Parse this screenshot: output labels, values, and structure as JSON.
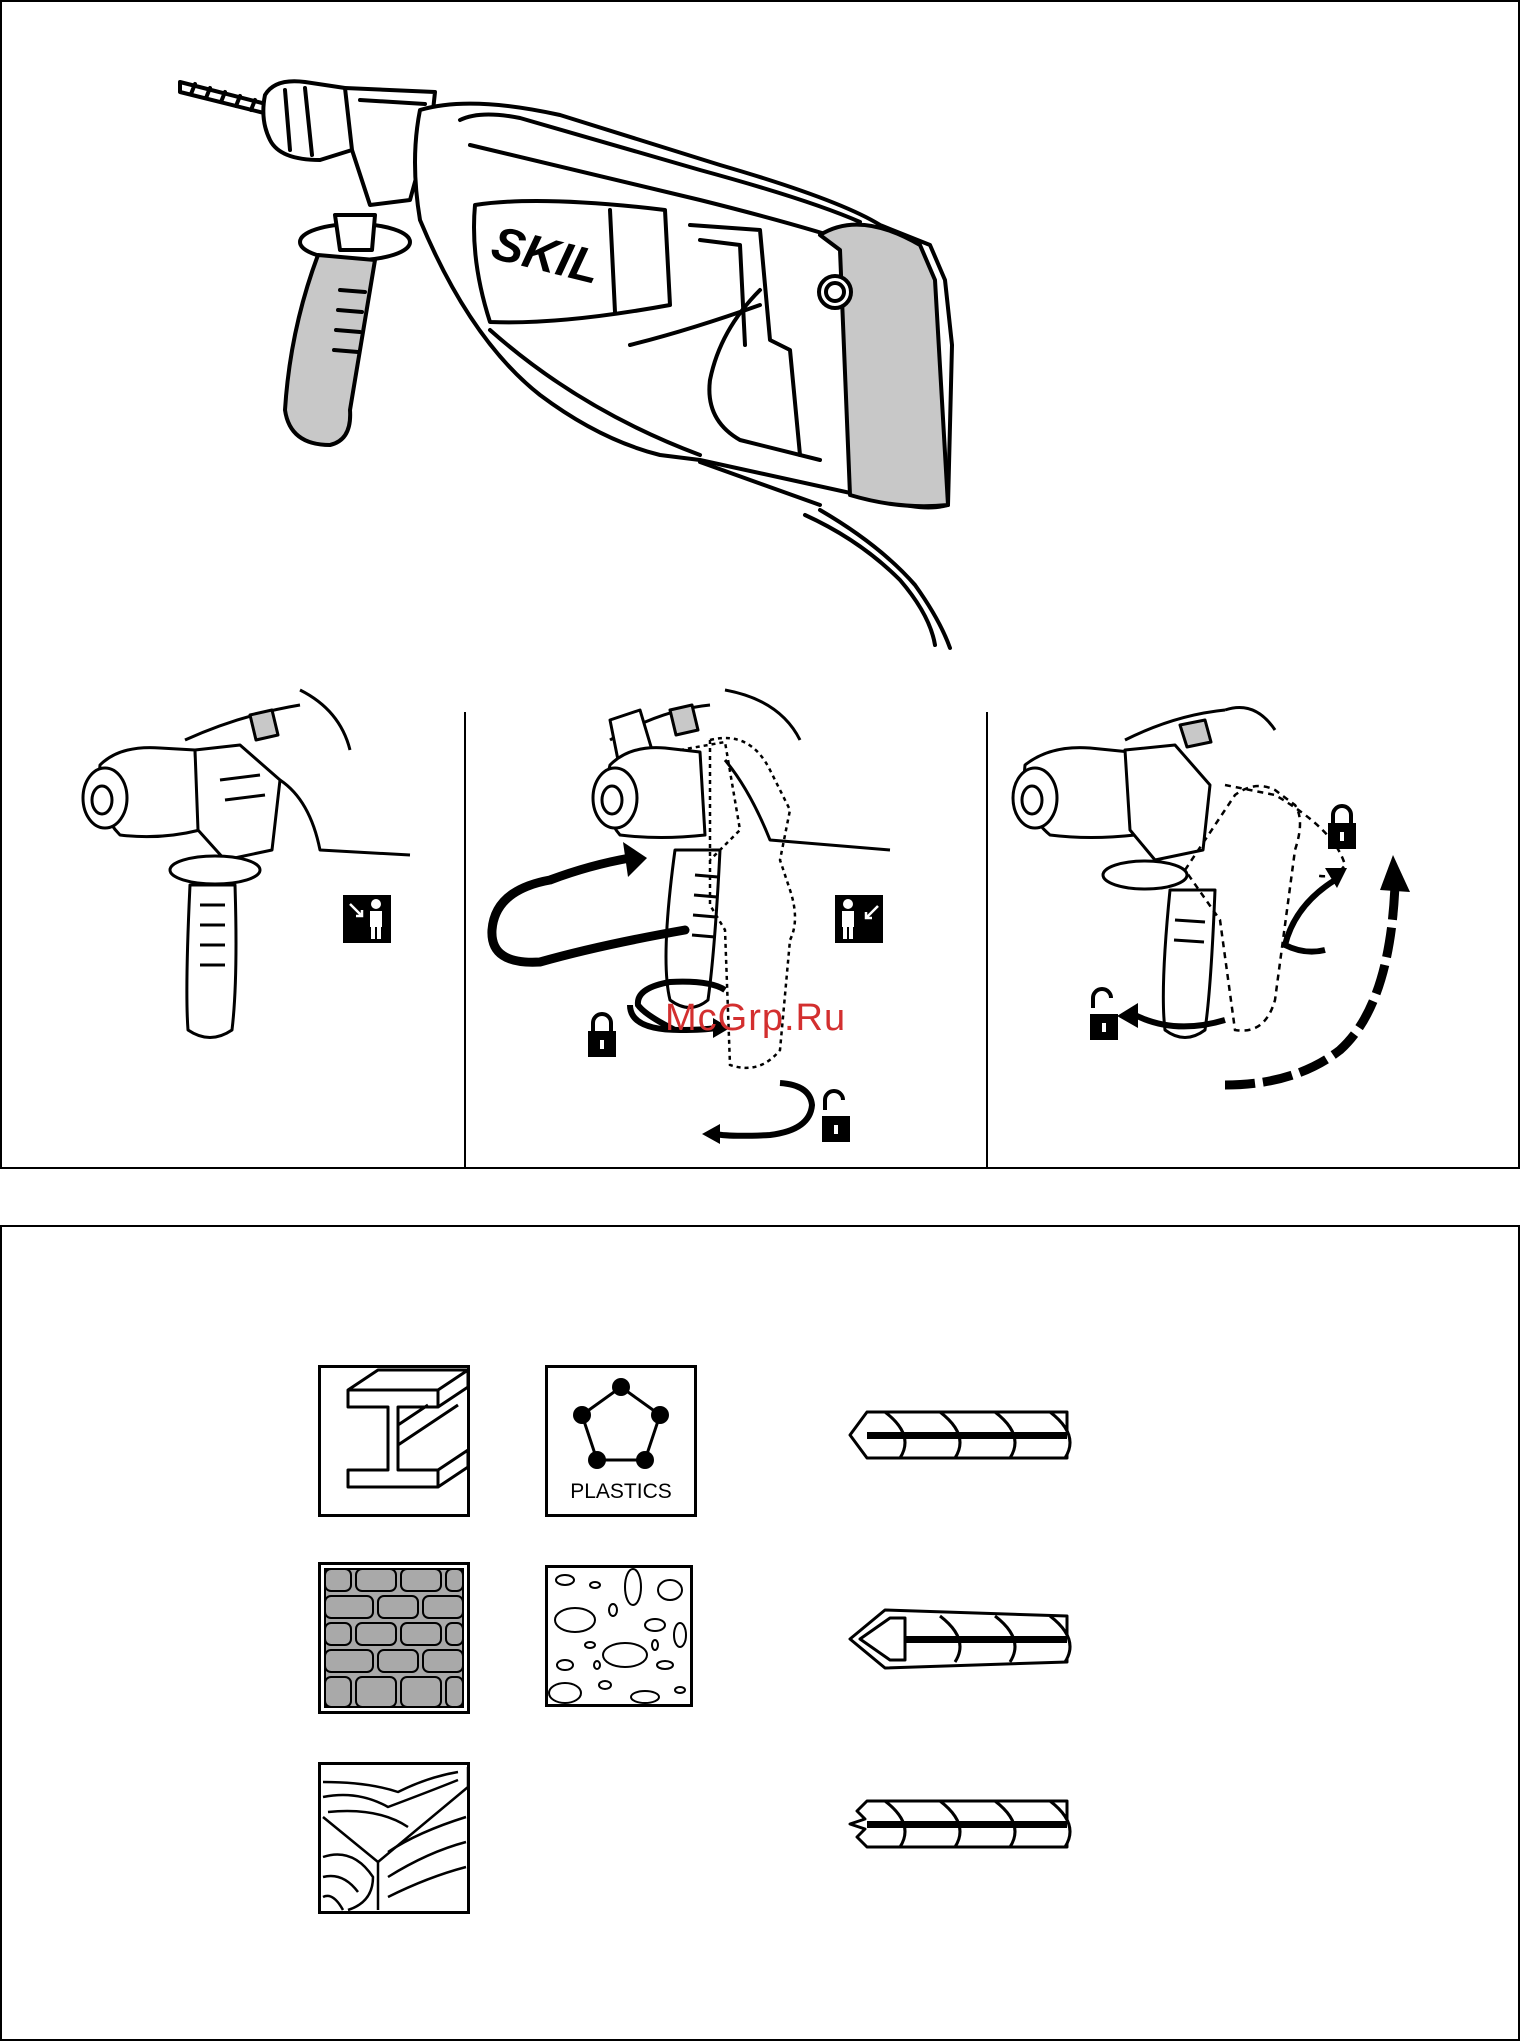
{
  "drill": {
    "brand": "SKIL"
  },
  "watermark": {
    "text": "McGrp.Ru"
  },
  "materials": {
    "plastics_label": "PLASTICS"
  },
  "colors": {
    "line": "#000000",
    "grip_gray": "#c8c8c8",
    "watermark_red": "#d32f2f"
  },
  "icons": [
    "person-arrow-in-icon",
    "person-arrow-out-icon",
    "lock-closed-icon",
    "lock-open-icon",
    "steel-beam-icon",
    "plastics-icon",
    "brick-wall-icon",
    "concrete-icon",
    "wood-icon",
    "metal-drill-bit-icon",
    "masonry-drill-bit-icon",
    "wood-drill-bit-icon"
  ]
}
